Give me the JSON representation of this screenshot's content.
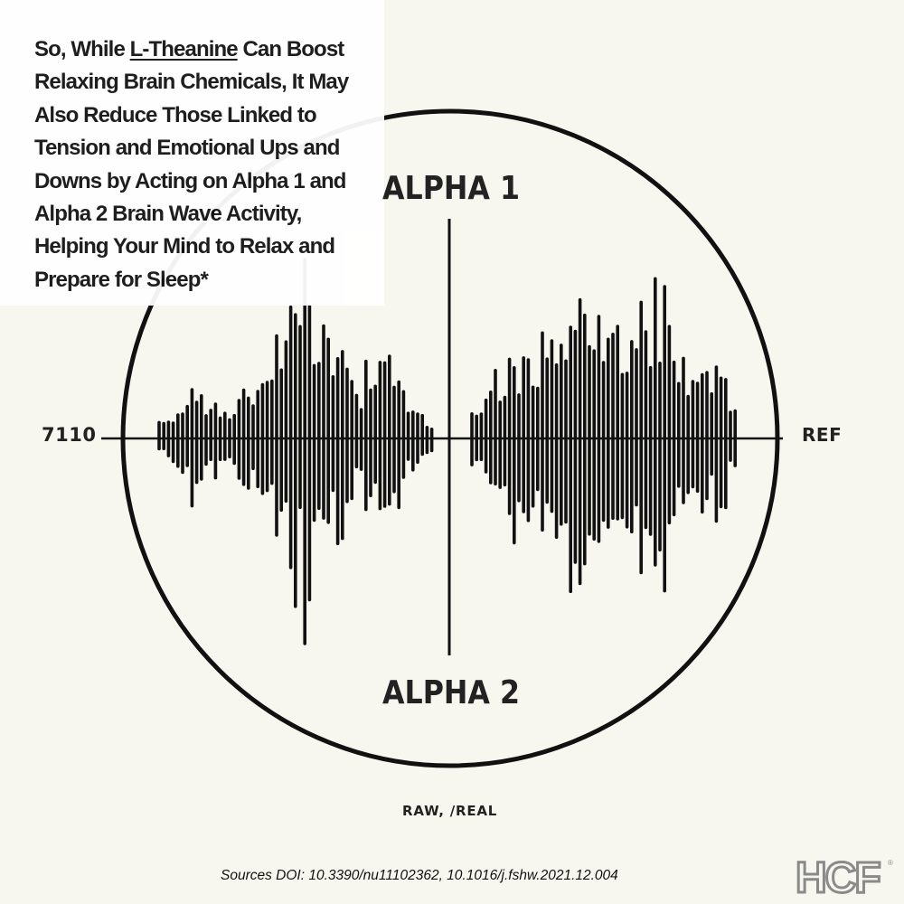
{
  "headline": {
    "before": "So, While ",
    "link": "L-Theanine",
    "after": " Can Boost Relaxing Brain Chemicals, It May Also Reduce Those Linked to Tension and Emotional Ups and Downs by Acting on Alpha 1 and Alpha 2 Brain Wave Activity, Helping Your Mind to Relax and Prepare for Sleep*"
  },
  "diagram": {
    "top_label": "ALPHA 1",
    "bottom_label": "ALPHA 2",
    "left_label": "7110",
    "right_label": "REF",
    "bottom_caption": "RAW, /REAL"
  },
  "footer": {
    "sources": "Sources DOI: 10.3390/nu11102362, 10.1016/j.fshw.2021.12.004",
    "logo_text": "HCF"
  },
  "colors": {
    "background": "#f8f7ef",
    "ink": "#111111",
    "logo": "#8a8a8a"
  }
}
